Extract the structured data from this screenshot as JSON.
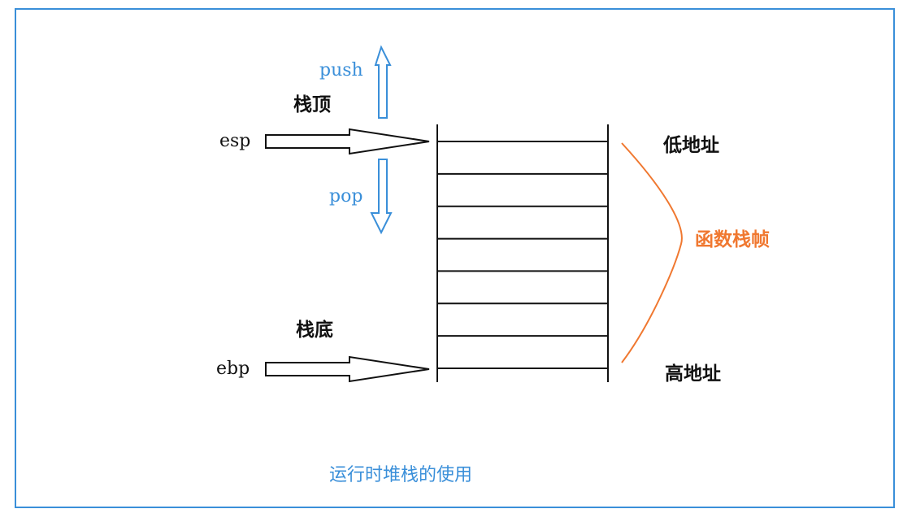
{
  "labels": {
    "push": "push",
    "pop": "pop",
    "stack_top": "栈顶",
    "stack_bottom": "栈底",
    "esp": "esp",
    "ebp": "ebp",
    "low_address": "低地址",
    "high_address": "高地址",
    "stack_frame": "函数栈帧",
    "caption": "运行时堆栈的使用"
  },
  "stack": {
    "slots": 7
  },
  "colors": {
    "frame_border": "#3a8fd9",
    "blue_text": "#3a8fd9",
    "orange_accent": "#f07830",
    "line": "#111111"
  }
}
